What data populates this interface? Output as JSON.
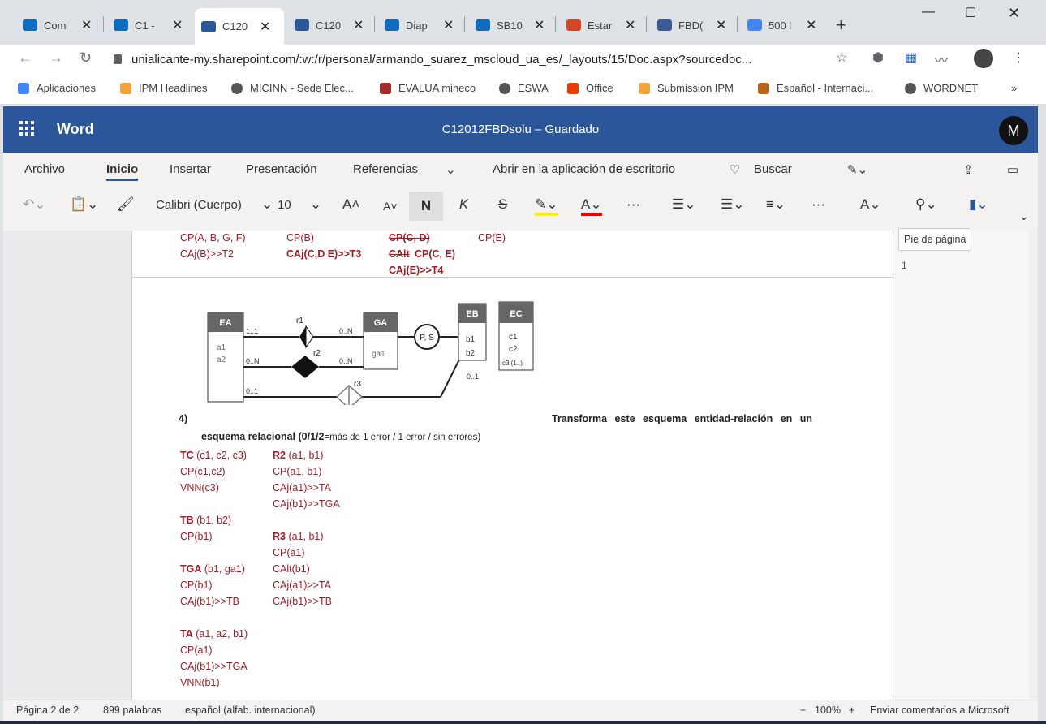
{
  "browser": {
    "tabs": [
      {
        "label": "Com",
        "color": "#0f6cbd",
        "active": false
      },
      {
        "label": "C1 -",
        "color": "#0f6cbd",
        "active": false
      },
      {
        "label": "C120",
        "color": "#2b579a",
        "active": true
      },
      {
        "label": "C120",
        "color": "#2b579a",
        "active": false
      },
      {
        "label": "Diap",
        "color": "#0f6cbd",
        "active": false
      },
      {
        "label": "SB10",
        "color": "#0f6cbd",
        "active": false
      },
      {
        "label": "Estar",
        "color": "#d24726",
        "active": false
      },
      {
        "label": "FBD(",
        "color": "#3b5998",
        "active": false
      },
      {
        "label": "500 l",
        "color": "#4285f4",
        "active": false
      }
    ],
    "url": "unialicante-my.sharepoint.com/:w:/r/personal/armando_suarez_mscloud_ua_es/_layouts/15/Doc.aspx?sourcedoc...",
    "bookmarks": [
      "Aplicaciones",
      "IPM Headlines",
      "MICINN - Sede Elec...",
      "EVALUA mineco",
      "ESWA",
      "Office",
      "Submission IPM",
      "Español - Internaci...",
      "WORDNET"
    ]
  },
  "word": {
    "app_name": "Word",
    "doc_title": "C12012FBDsolu – Guardado",
    "avatar_initial": "M",
    "ribbon_tabs": [
      "Archivo",
      "Inicio",
      "Insertar",
      "Presentación",
      "Referencias"
    ],
    "open_desktop": "Abrir en la aplicación de escritorio",
    "search": "Buscar",
    "font_name": "Calibri (Cuerpo)",
    "font_size": "10",
    "bold_label": "N",
    "italic_label": "K",
    "strike_label": "S",
    "side_footer_label": "Pie de página",
    "side_page_num": "1"
  },
  "document": {
    "top_block": {
      "c1_l1": "CP(A, B, G, F)",
      "c1_l2": "CAj(B)>>T2",
      "c2_l1": "CP(B)",
      "c2_l2": "CAj(C,D E)>>T3",
      "c3_l1": "CP(C, D)",
      "c3_l2a": "CAlt",
      "c3_l2b": "CP(C, E)",
      "c3_l3": "CAj(E)>>T4",
      "c4_l1": "CP(E)"
    },
    "diagram": {
      "EA": "EA",
      "a1": "a1",
      "a2": "a2",
      "r1": "r1",
      "r2": "r2",
      "r3": "r3",
      "GA": "GA",
      "ga1": "ga1",
      "EB": "EB",
      "b1": "b1",
      "b2": "b2",
      "EC": "EC",
      "c1": "c1",
      "c2": "c2",
      "c3": "c3 (1..)",
      "ps": "P, S",
      "card_1_1": "1..1",
      "card_0N_a": "0..N",
      "card_0N_b": "0..N",
      "card_0N_c": "0..N",
      "card_0_1_a": "0..1",
      "card_0_1_b": "0..1"
    },
    "question": {
      "number": "4)",
      "text_right": "Transforma este esquema entidad-relación en un",
      "text_l2_bold": "esquema relacional (0/1/2",
      "text_l2_rest": "=más de 1 error / 1 error / sin errores)"
    },
    "answer": {
      "col1": [
        {
          "bold": "TC",
          "rest": " (c1, c2, c3)"
        },
        {
          "rest": "CP(c1,c2)"
        },
        {
          "rest": "VNN(c3)"
        },
        {
          "rest": ""
        },
        {
          "bold": "TB",
          "rest": " (b1, b2)"
        },
        {
          "rest": "CP(b1)"
        },
        {
          "rest": ""
        },
        {
          "bold": "TGA",
          "rest": " (b1, ga1)"
        },
        {
          "rest": "CP(b1)"
        },
        {
          "rest": "CAj(b1)>>TB"
        },
        {
          "rest": ""
        },
        {
          "bold": "TA",
          "rest": " (a1, a2, b1)"
        },
        {
          "rest": "CP(a1)"
        },
        {
          "rest": "CAj(b1)>>TGA"
        },
        {
          "rest": "VNN(b1)"
        }
      ],
      "col2": [
        {
          "bold": "R2",
          "rest": " (a1, b1)"
        },
        {
          "rest": "CP(a1, b1)"
        },
        {
          "rest": "CAj(a1)>>TA"
        },
        {
          "rest": "CAj(b1)>>TGA"
        },
        {
          "rest": ""
        },
        {
          "bold": "R3",
          "rest": " (a1, b1)"
        },
        {
          "rest": "CP(a1)"
        },
        {
          "rest": "CAlt(b1)"
        },
        {
          "rest": "CAj(a1)>>TA"
        },
        {
          "rest": "CAj(b1)>>TB"
        }
      ]
    }
  },
  "status": {
    "page": "Página 2 de 2",
    "words": "899 palabras",
    "lang": "español (alfab. internacional)",
    "zoom": "100%",
    "feedback": "Enviar comentarios a Microsoft"
  },
  "colors": {
    "word_blue": "#2b579a",
    "dark_red": "#a31b26"
  }
}
